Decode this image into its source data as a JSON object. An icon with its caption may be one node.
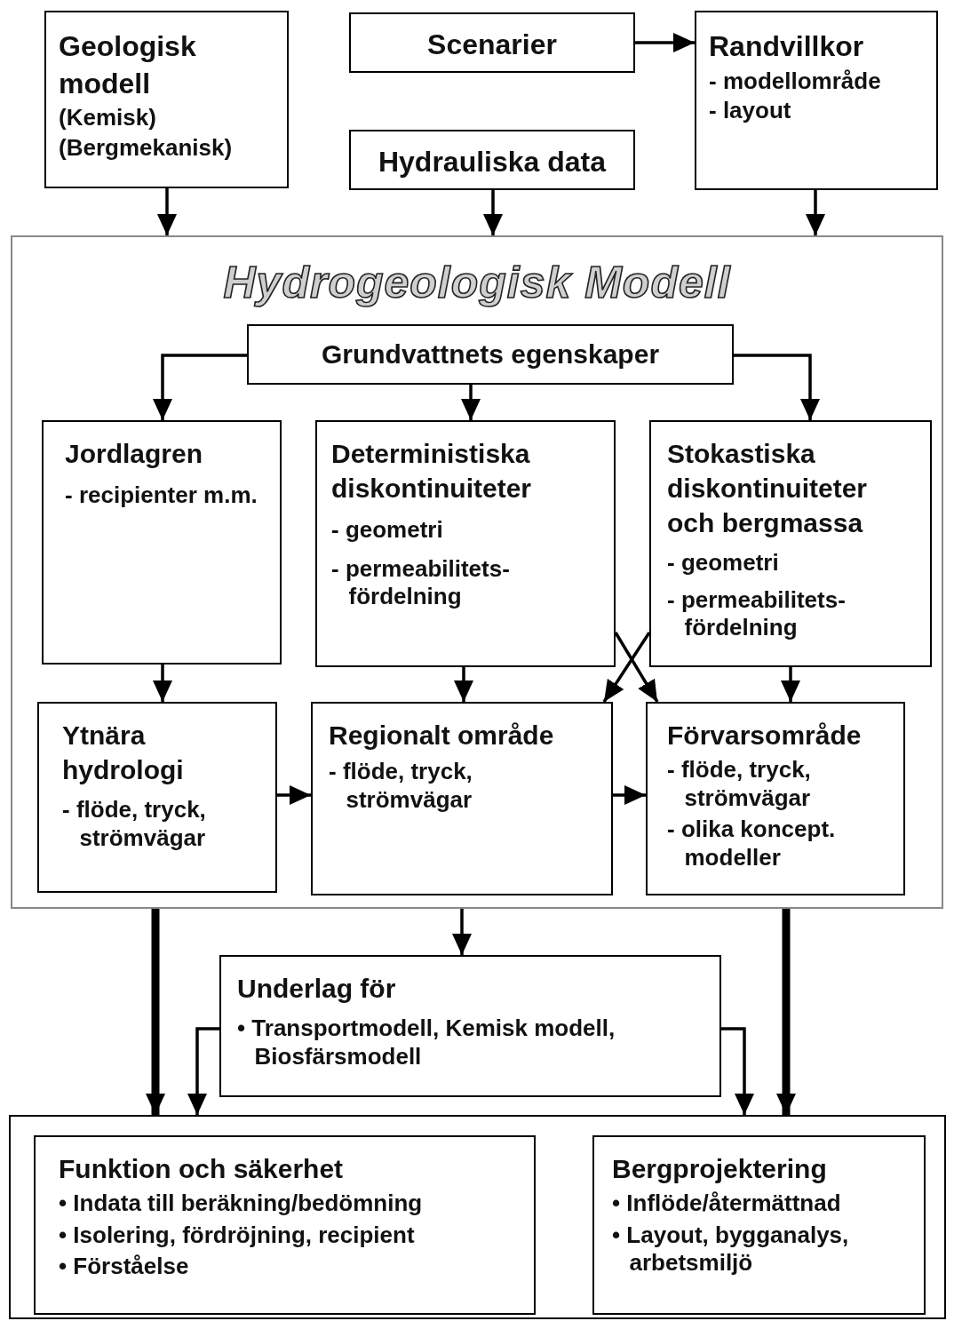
{
  "diagram": {
    "nodes": [
      {
        "text": [
          "Geologisk modell",
          "(Kemisk)",
          "(Bergmekanisk)"
        ]
      },
      {
        "text": [
          "Scenarier"
        ]
      },
      {
        "text": [
          "Randvillkor",
          "- modellområde",
          "- layout"
        ]
      },
      {
        "text": [
          "Hydrauliska data"
        ]
      },
      {
        "text": [
          "Hydrogeologisk Modell"
        ]
      },
      {
        "text": [
          "Grundvattnets egenskaper"
        ],
        "in": 4
      },
      {
        "text": [
          "Jordlagren",
          "- recipienter m.m."
        ],
        "in": 4
      },
      {
        "text": [
          "Deterministiska diskontinuiteter",
          "- geometri",
          "- permeabilitets-fördelning"
        ],
        "in": 4
      },
      {
        "text": [
          "Stokastiska diskontinuiteter och bergmassa",
          "- geometri",
          "- permeabilitets-fördelning"
        ],
        "in": 4
      },
      {
        "text": [
          "Ytnära hydrologi",
          "- flöde, tryck, strömvägar"
        ],
        "in": 4
      },
      {
        "text": [
          "Regionalt område",
          "- flöde, tryck, strömvägar"
        ],
        "in": 4
      },
      {
        "text": [
          "Förvarsområde",
          "- flöde, tryck, strömvägar",
          "- olika koncept. modeller"
        ],
        "in": 4
      },
      {
        "text": [
          "Underlag för",
          "• Transportmodell, Kemisk modell, Biosfärsmodell"
        ]
      },
      {
        "text": [],
        "shape": "box"
      },
      {
        "text": [
          "Funktion och säkerhet",
          "• Indata till beräkning/bedömning",
          "• Isolering, fördröjning, recipient",
          "• Förståelse"
        ],
        "in": 13
      },
      {
        "text": [
          "Bergprojektering",
          "• Inflöde/återmättnad",
          "• Layout, bygganalys, arbetsmiljö"
        ],
        "in": 13
      }
    ],
    "edges": [
      {
        "from": 1,
        "to": 2,
        "arrow": "to"
      },
      {
        "from": 0,
        "to": 4,
        "arrow": "to"
      },
      {
        "from": 3,
        "to": 4,
        "arrow": "to"
      },
      {
        "from": 2,
        "to": 4,
        "arrow": "to"
      },
      {
        "from": 5,
        "to": 6,
        "arrow": "to"
      },
      {
        "from": 5,
        "to": 7,
        "arrow": "to"
      },
      {
        "from": 5,
        "to": 8,
        "arrow": "to"
      },
      {
        "from": 6,
        "to": 9,
        "arrow": "to"
      },
      {
        "from": 7,
        "to": 10,
        "arrow": "to"
      },
      {
        "from": 8,
        "to": 11,
        "arrow": "to"
      },
      {
        "from": 7,
        "to": 11,
        "arrow": "to"
      },
      {
        "from": 8,
        "to": 10,
        "arrow": "to"
      },
      {
        "from": 9,
        "to": 10,
        "arrow": "to"
      },
      {
        "from": 10,
        "to": 11,
        "arrow": "to"
      },
      {
        "from": 4,
        "to": 12,
        "arrow": "to"
      },
      {
        "from": 4,
        "to": 13,
        "arrow": "to",
        "style": "thick"
      },
      {
        "from": 12,
        "to": 13,
        "arrow": "to"
      },
      {
        "from": 12,
        "to": 13,
        "arrow": "to"
      },
      {
        "from": 4,
        "to": 13,
        "arrow": "to",
        "style": "thick"
      }
    ]
  }
}
